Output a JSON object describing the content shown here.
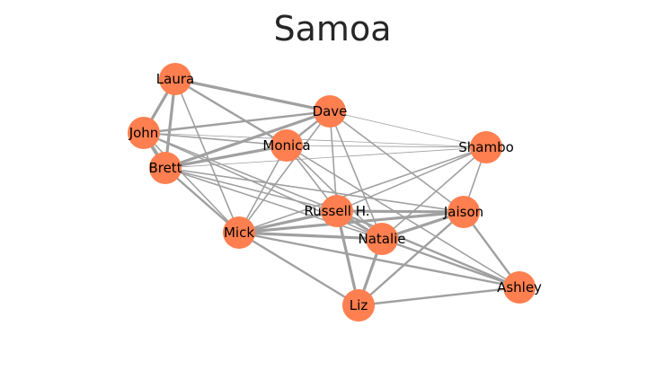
{
  "title": "Samoa",
  "colors": {
    "node": "#ff7f50",
    "edge": "#a0a0a0",
    "label": "#000000",
    "title": "#262626"
  },
  "nodes": [
    {
      "id": "laura",
      "label": "Laura"
    },
    {
      "id": "john",
      "label": "John"
    },
    {
      "id": "brett",
      "label": "Brett"
    },
    {
      "id": "dave",
      "label": "Dave"
    },
    {
      "id": "monica",
      "label": "Monica"
    },
    {
      "id": "shambo",
      "label": "Shambo"
    },
    {
      "id": "russell",
      "label": "Russell H."
    },
    {
      "id": "jaison",
      "label": "Jaison"
    },
    {
      "id": "mick",
      "label": "Mick"
    },
    {
      "id": "natalie",
      "label": "Natalie"
    },
    {
      "id": "liz",
      "label": "Liz"
    },
    {
      "id": "ashley",
      "label": "Ashley"
    }
  ],
  "edges": [
    {
      "source": "laura",
      "target": "john",
      "weight": 4
    },
    {
      "source": "laura",
      "target": "brett",
      "weight": 4
    },
    {
      "source": "laura",
      "target": "dave",
      "weight": 4
    },
    {
      "source": "laura",
      "target": "monica",
      "weight": 3
    },
    {
      "source": "laura",
      "target": "mick",
      "weight": 2
    },
    {
      "source": "john",
      "target": "brett",
      "weight": 5
    },
    {
      "source": "john",
      "target": "dave",
      "weight": 3
    },
    {
      "source": "john",
      "target": "monica",
      "weight": 2
    },
    {
      "source": "john",
      "target": "shambo",
      "weight": 1
    },
    {
      "source": "john",
      "target": "russell",
      "weight": 2
    },
    {
      "source": "john",
      "target": "mick",
      "weight": 2
    },
    {
      "source": "john",
      "target": "natalie",
      "weight": 2
    },
    {
      "source": "brett",
      "target": "dave",
      "weight": 4
    },
    {
      "source": "brett",
      "target": "monica",
      "weight": 4
    },
    {
      "source": "brett",
      "target": "shambo",
      "weight": 1
    },
    {
      "source": "brett",
      "target": "russell",
      "weight": 2
    },
    {
      "source": "brett",
      "target": "jaison",
      "weight": 2
    },
    {
      "source": "brett",
      "target": "mick",
      "weight": 3
    },
    {
      "source": "brett",
      "target": "natalie",
      "weight": 2
    },
    {
      "source": "dave",
      "target": "monica",
      "weight": 3
    },
    {
      "source": "dave",
      "target": "shambo",
      "weight": 1
    },
    {
      "source": "dave",
      "target": "russell",
      "weight": 2
    },
    {
      "source": "dave",
      "target": "jaison",
      "weight": 2
    },
    {
      "source": "dave",
      "target": "mick",
      "weight": 2
    },
    {
      "source": "dave",
      "target": "natalie",
      "weight": 2
    },
    {
      "source": "monica",
      "target": "shambo",
      "weight": 1
    },
    {
      "source": "monica",
      "target": "russell",
      "weight": 2
    },
    {
      "source": "monica",
      "target": "mick",
      "weight": 2
    },
    {
      "source": "monica",
      "target": "natalie",
      "weight": 2
    },
    {
      "source": "monica",
      "target": "ashley",
      "weight": 2
    },
    {
      "source": "shambo",
      "target": "russell",
      "weight": 2
    },
    {
      "source": "shambo",
      "target": "jaison",
      "weight": 2
    },
    {
      "source": "shambo",
      "target": "natalie",
      "weight": 2
    },
    {
      "source": "shambo",
      "target": "mick",
      "weight": 2
    },
    {
      "source": "russell",
      "target": "jaison",
      "weight": 4
    },
    {
      "source": "russell",
      "target": "mick",
      "weight": 4
    },
    {
      "source": "russell",
      "target": "natalie",
      "weight": 4
    },
    {
      "source": "russell",
      "target": "liz",
      "weight": 4
    },
    {
      "source": "russell",
      "target": "ashley",
      "weight": 3
    },
    {
      "source": "jaison",
      "target": "mick",
      "weight": 4
    },
    {
      "source": "jaison",
      "target": "natalie",
      "weight": 4
    },
    {
      "source": "jaison",
      "target": "liz",
      "weight": 3
    },
    {
      "source": "jaison",
      "target": "ashley",
      "weight": 3
    },
    {
      "source": "mick",
      "target": "natalie",
      "weight": 4
    },
    {
      "source": "mick",
      "target": "liz",
      "weight": 3
    },
    {
      "source": "mick",
      "target": "ashley",
      "weight": 3
    },
    {
      "source": "natalie",
      "target": "liz",
      "weight": 4
    },
    {
      "source": "natalie",
      "target": "ashley",
      "weight": 3
    },
    {
      "source": "liz",
      "target": "ashley",
      "weight": 3
    }
  ]
}
